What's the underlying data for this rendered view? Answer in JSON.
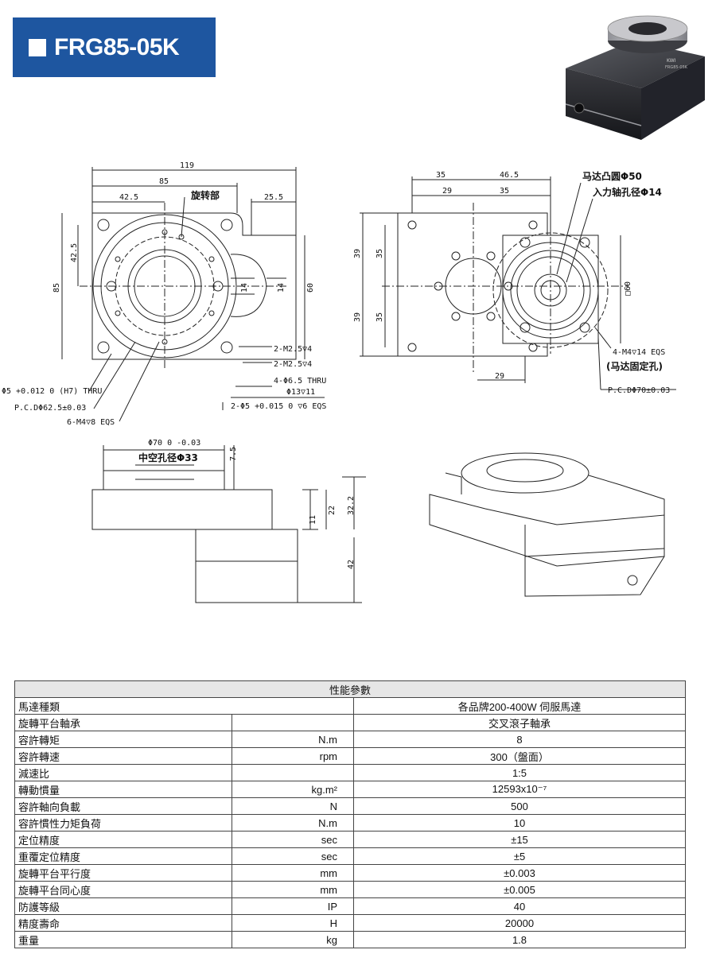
{
  "header": {
    "model_title": "FRG85-05K"
  },
  "product_photo": {
    "label_line1": "KWI",
    "label_line2": "FRG85-05K"
  },
  "drawing": {
    "top_view": {
      "dim_119": "119",
      "dim_85_top": "85",
      "dim_42_5": "42.5",
      "dim_25_5": "25.5",
      "rotating_part": "旋转部",
      "dim_42_5_v": "42.5",
      "dim_85_v": "85",
      "dim_60_v": "60",
      "dim_14_a": "14",
      "dim_14_b": "14",
      "note_m2_5_a": "2-M2.5▽4",
      "note_m2_5_b": "2-M2.5▽4",
      "note_thru": "4-Φ6.5 THRU",
      "note_cbore": "Φ13▽11",
      "note_pin": "2-Φ5 +0.015 0 ▽6 EQS",
      "note_bore": "Φ5 +0.012 0 (H7) THRU",
      "note_pcd": "P.C.DΦ62.5±0.03",
      "note_m4": "6-M4▽8 EQS"
    },
    "bottom_view": {
      "dim_35_a": "35",
      "dim_46_5": "46.5",
      "dim_29_a": "29",
      "dim_35_b": "35",
      "motor_boss": "马达凸圆Φ50",
      "input_bore": "入力轴孔径Φ14",
      "dim_39_a": "39",
      "dim_35_c": "35",
      "dim_39_b": "39",
      "dim_35_d": "35",
      "dim_sq60": "□60",
      "note_m4_14": "4-M4▽14 EQS",
      "note_motor_fix": "(马达固定孔)",
      "dim_29_b": "29",
      "note_pcd70": "P.C.DΦ70±0.03"
    },
    "side_view": {
      "dim_phi70": "Φ70 0 -0.03",
      "hollow_bore": "中空孔径Φ33",
      "dim_7_5": "7.5",
      "dim_11": "11",
      "dim_22": "22",
      "dim_32_2": "32.2",
      "dim_42": "42"
    }
  },
  "spec_table": {
    "title": "性能參數",
    "rows": [
      {
        "name": "馬達種類",
        "unit": "",
        "value": "各品牌200-400W 伺服馬達"
      },
      {
        "name": "旋轉平台軸承",
        "unit": "",
        "value": "交叉滾子軸承"
      },
      {
        "name": "容許轉矩",
        "unit": "N.m",
        "value": "8"
      },
      {
        "name": "容許轉速",
        "unit": "rpm",
        "value": "300（盤面）"
      },
      {
        "name": "減速比",
        "unit": "",
        "value": "1:5"
      },
      {
        "name": "轉動慣量",
        "unit": "kg.m²",
        "value": "12593x10⁻⁷"
      },
      {
        "name": "容許軸向負載",
        "unit": "N",
        "value": "500"
      },
      {
        "name": "容許慣性力矩負荷",
        "unit": "N.m",
        "value": "10"
      },
      {
        "name": "定位精度",
        "unit": "sec",
        "value": "±15"
      },
      {
        "name": "重覆定位精度",
        "unit": "sec",
        "value": "±5"
      },
      {
        "name": "旋轉平台平行度",
        "unit": "mm",
        "value": "±0.003"
      },
      {
        "name": "旋轉平台同心度",
        "unit": "mm",
        "value": "±0.005"
      },
      {
        "name": "防護等級",
        "unit": "IP",
        "value": "40"
      },
      {
        "name": "精度壽命",
        "unit": "H",
        "value": "20000"
      },
      {
        "name": "重量",
        "unit": "kg",
        "value": "1.8"
      }
    ]
  }
}
